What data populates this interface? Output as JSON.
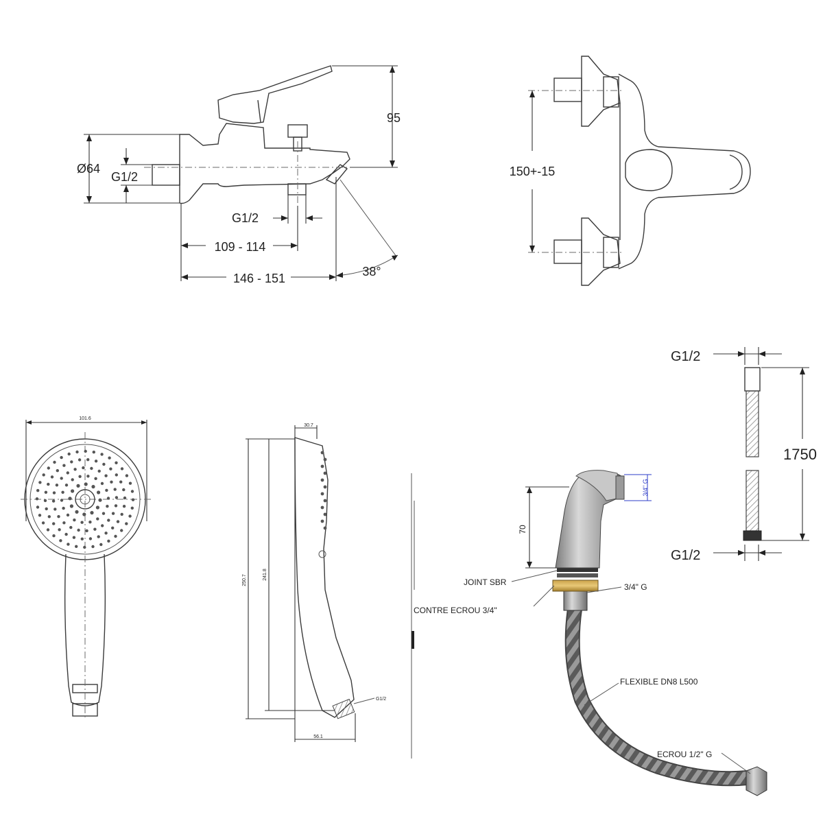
{
  "mixer_side": {
    "height_dim": "95",
    "body_diameter": "Ø64",
    "inlet_thread": "G1/2",
    "outlet_thread": "G1/2",
    "projection_short": "109 - 114",
    "projection_long": "146 - 151",
    "spout_angle": "38°"
  },
  "mixer_front": {
    "inlet_spacing": "150+-15"
  },
  "hose": {
    "top_thread": "G1/2",
    "bottom_thread": "G1/2",
    "length": "1750"
  },
  "hand_shower": {
    "head_width": "101.6",
    "side_depth": "30.7",
    "overall_length": "250.7",
    "inner_length": "241.8",
    "base_width": "56.1",
    "connection": "G1/2"
  },
  "support": {
    "height": "70",
    "outlet_thread": "3/4\" G",
    "seal": "JOINT SBR",
    "nut": "CONTRE ECROU 3/4\"",
    "thread": "3/4\" G",
    "flexible": "FLEXIBLE DN8 L500",
    "end_nut": "ECROU 1/2\" G"
  }
}
